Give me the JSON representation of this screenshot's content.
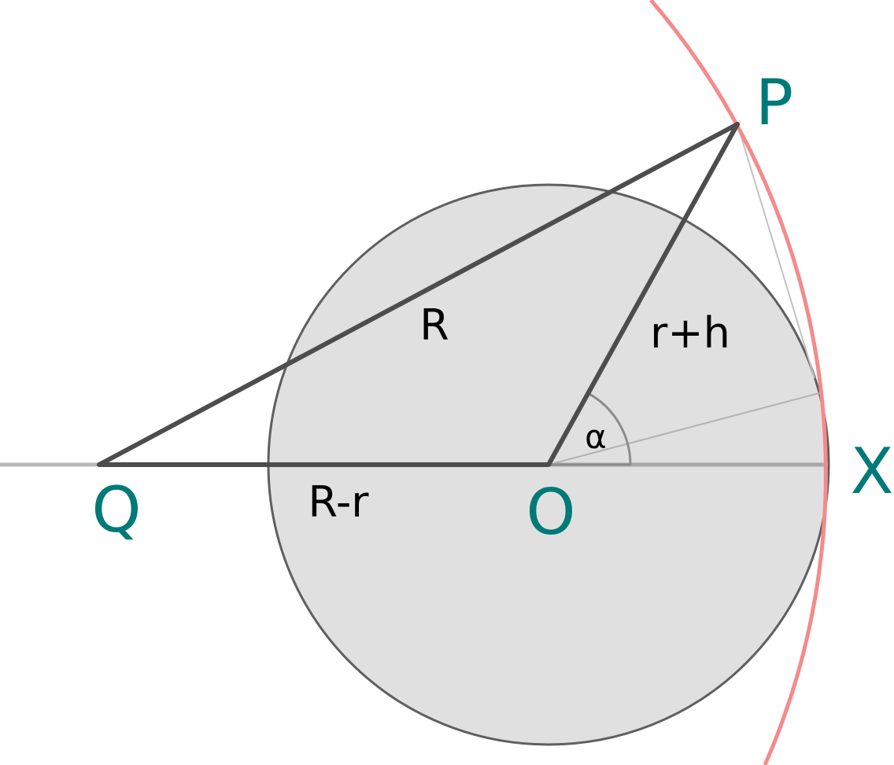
{
  "colors": {
    "earth_fill": "#e0e0e0",
    "earth_stroke": "#5f5f5f",
    "big_arc": "#f58a8a",
    "segment": "#4d4d4d",
    "thin_line": "#b3b3b3",
    "axis_line": "#a8a8a8",
    "point_label": "#007a78",
    "text": "#000000"
  },
  "points": {
    "P": "P",
    "Q": "Q",
    "O": "O",
    "X": "X"
  },
  "segments": {
    "QP": "R",
    "OP": "r+h",
    "QO": "R-r"
  },
  "angle": {
    "alpha": "α"
  }
}
